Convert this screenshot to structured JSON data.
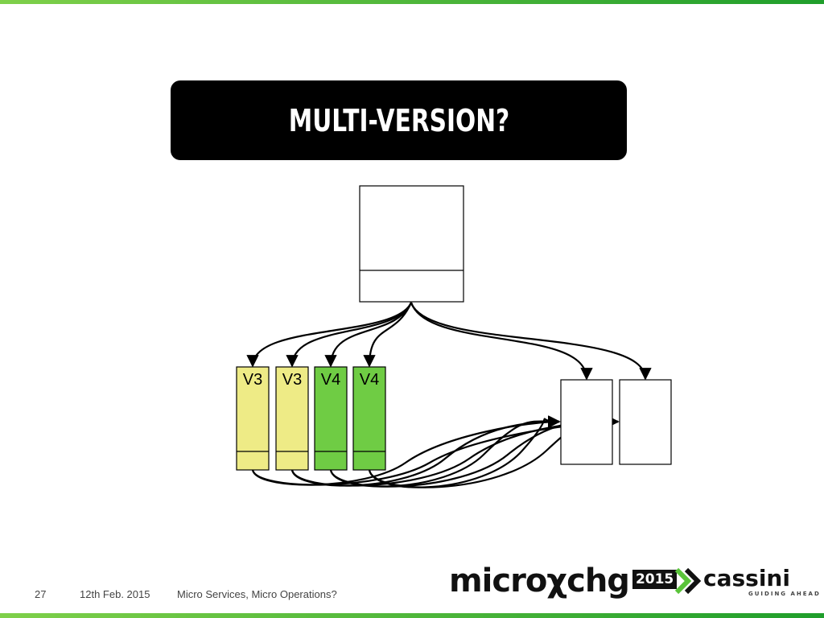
{
  "slide": {
    "title": "MULTI-VERSION?",
    "page_number": "27",
    "date": "12th Feb. 2015",
    "subject": "Micro Services, Micro Operations?"
  },
  "diagram": {
    "instances": [
      {
        "label": "V3",
        "color": "#eeeb86"
      },
      {
        "label": "V3",
        "color": "#eeeb86"
      },
      {
        "label": "V4",
        "color": "#6fcc44"
      },
      {
        "label": "V4",
        "color": "#6fcc44"
      }
    ],
    "colors": {
      "stroke": "#000000",
      "box_fill": "#ffffff"
    }
  },
  "logos": {
    "microxchg": {
      "word": "microχchg",
      "year": "2015"
    },
    "cassini": {
      "word": "cassini",
      "tagline": "GUIDING AHEAD",
      "accent": "#5ac43a"
    }
  }
}
